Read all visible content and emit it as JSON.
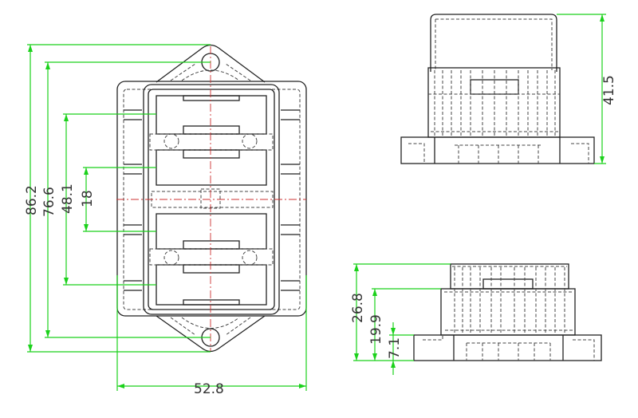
{
  "drawing": {
    "front_view": {
      "dimensions": {
        "overall_height": "86.2",
        "hole_spacing": "76.6",
        "cavity_span": "48.1",
        "center_slot": "18",
        "overall_width": "52.8"
      }
    },
    "side_view": {
      "dimensions": {
        "total_height": "41.5"
      }
    },
    "end_view": {
      "dimensions": {
        "total_height": "26.8",
        "mid_height": "19.9",
        "base_height": "7.1"
      }
    },
    "colors": {
      "dimension": "#1bd11b",
      "centerline": "#cc3333",
      "outline": "#222222"
    }
  }
}
